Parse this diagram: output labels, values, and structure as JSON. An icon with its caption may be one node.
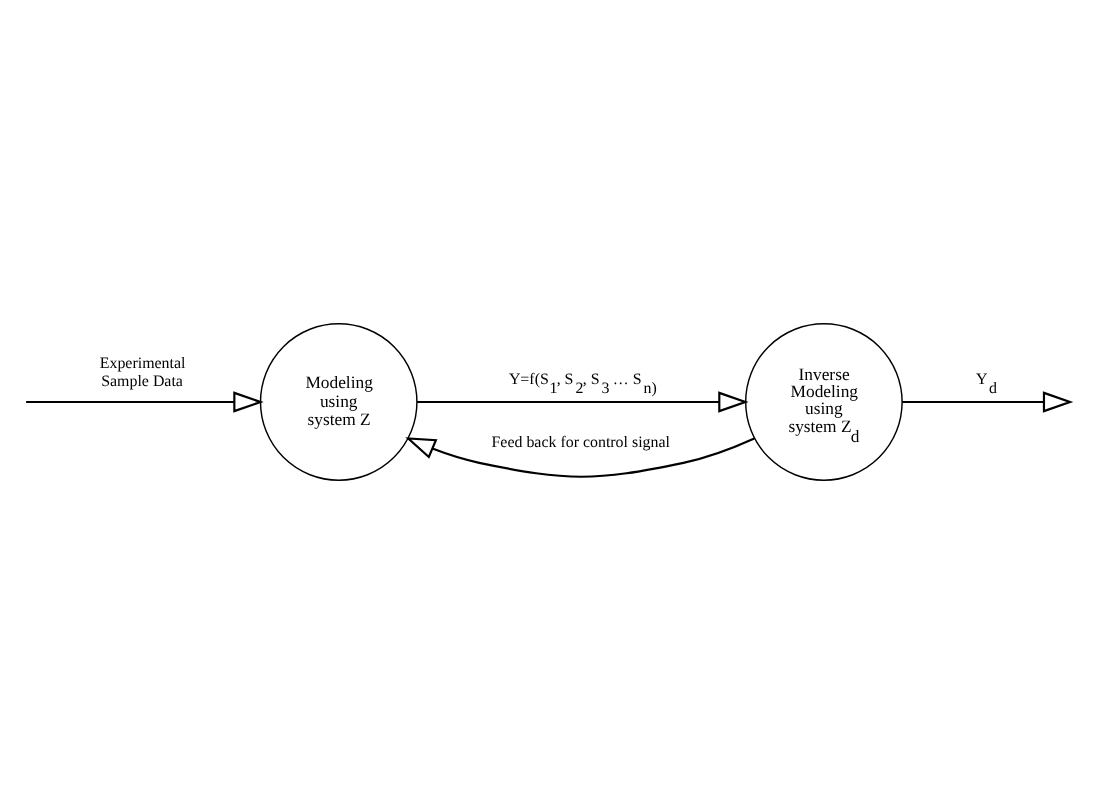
{
  "diagram": {
    "nodes": [
      {
        "text": [
          "Modeling using system Z"
        ]
      },
      {
        "text": [
          "Inverse Modeling using system Z$_{d}$"
        ]
      }
    ],
    "edges": [
      {
        "from": null,
        "to": 0,
        "arrow": "to",
        "label": "Experimental Sample Data"
      },
      {
        "from": 0,
        "to": 1,
        "arrow": "to",
        "label": "Y=f(S$_{1}$, S$_{2}$, S$_{3}$ … S$_{n)}$"
      },
      {
        "from": 1,
        "to": 0,
        "arrow": "to",
        "label": "Feed back for control signal"
      },
      {
        "from": 1,
        "to": null,
        "arrow": "to",
        "label": "Y$_{d}$"
      }
    ]
  }
}
